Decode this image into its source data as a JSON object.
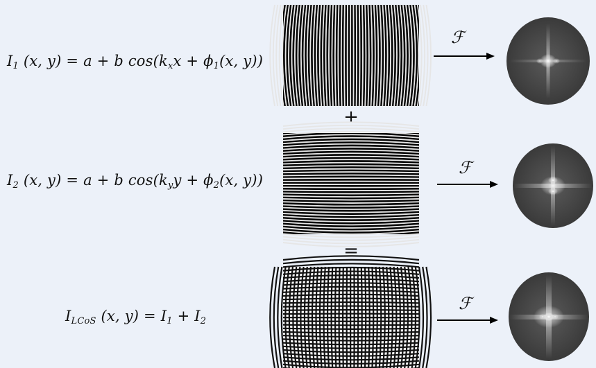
{
  "rows": [
    {
      "name": "I",
      "sub": "1",
      "rhs_prefix": "(x, y) = a + b cos(k",
      "rhs_sub": "x",
      "rhs_mid": "x + ϕ",
      "rhs_sub2": "1",
      "rhs_suffix": "(x, y))",
      "pattern": "vertical-fringes",
      "transform_symbol": "ℱ"
    },
    {
      "name": "I",
      "sub": "2",
      "rhs_prefix": "(x, y) = a + b cos(k",
      "rhs_sub": "y",
      "rhs_mid": "y + ϕ",
      "rhs_sub2": "2",
      "rhs_suffix": "(x, y))",
      "pattern": "horizontal-fringes",
      "transform_symbol": "ℱ"
    },
    {
      "name": "I",
      "sub": "LCoS",
      "rhs_prefix": "(x, y) = I",
      "rhs_sub": "1",
      "rhs_mid": " + I",
      "rhs_sub2": "2",
      "rhs_suffix": "",
      "pattern": "crossed-fringes",
      "transform_symbol": "ℱ"
    }
  ],
  "operators": {
    "plus": "+",
    "equals": "="
  },
  "colors": {
    "background": "#ecf1f9",
    "fringe_dark": "#000000",
    "fringe_light": "#ffffff",
    "spectrum_bg": "#4a4a4a"
  }
}
